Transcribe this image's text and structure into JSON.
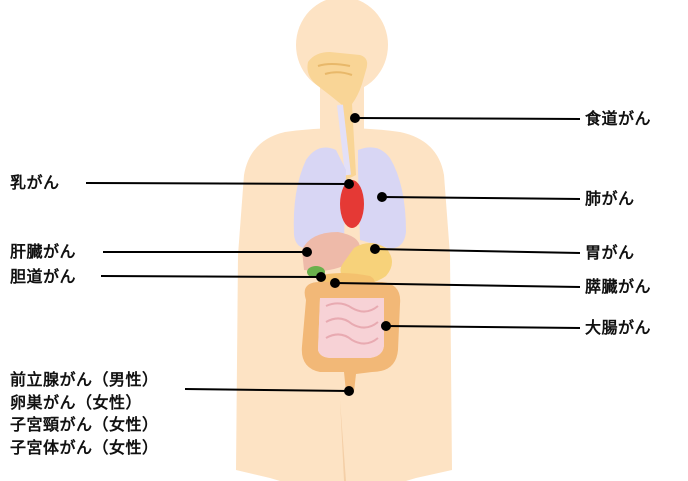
{
  "labels": {
    "esophagus": "食道がん",
    "breast": "乳がん",
    "lung": "肺がん",
    "liver": "肝臓がん",
    "stomach": "胃がん",
    "gallbladder": "胆道がん",
    "pancreas": "膵臓がん",
    "colon": "大腸がん",
    "reproductive": [
      "前立腺がん（男性）",
      "卵巣がん（女性）",
      "子宮頸がん（女性）",
      "子宮体がん（女性）"
    ]
  },
  "colors": {
    "body": "#fde3c4",
    "airway": "#f9d596",
    "lungs": "#d8d6f4",
    "heart": "#e53935",
    "liver": "#eebaa9",
    "stomach": "#f7d27a",
    "gallbladder": "#6ab04c",
    "small_intestine": "#f7d2d6",
    "colon": "#f2b877",
    "leader_line": "#000000"
  }
}
